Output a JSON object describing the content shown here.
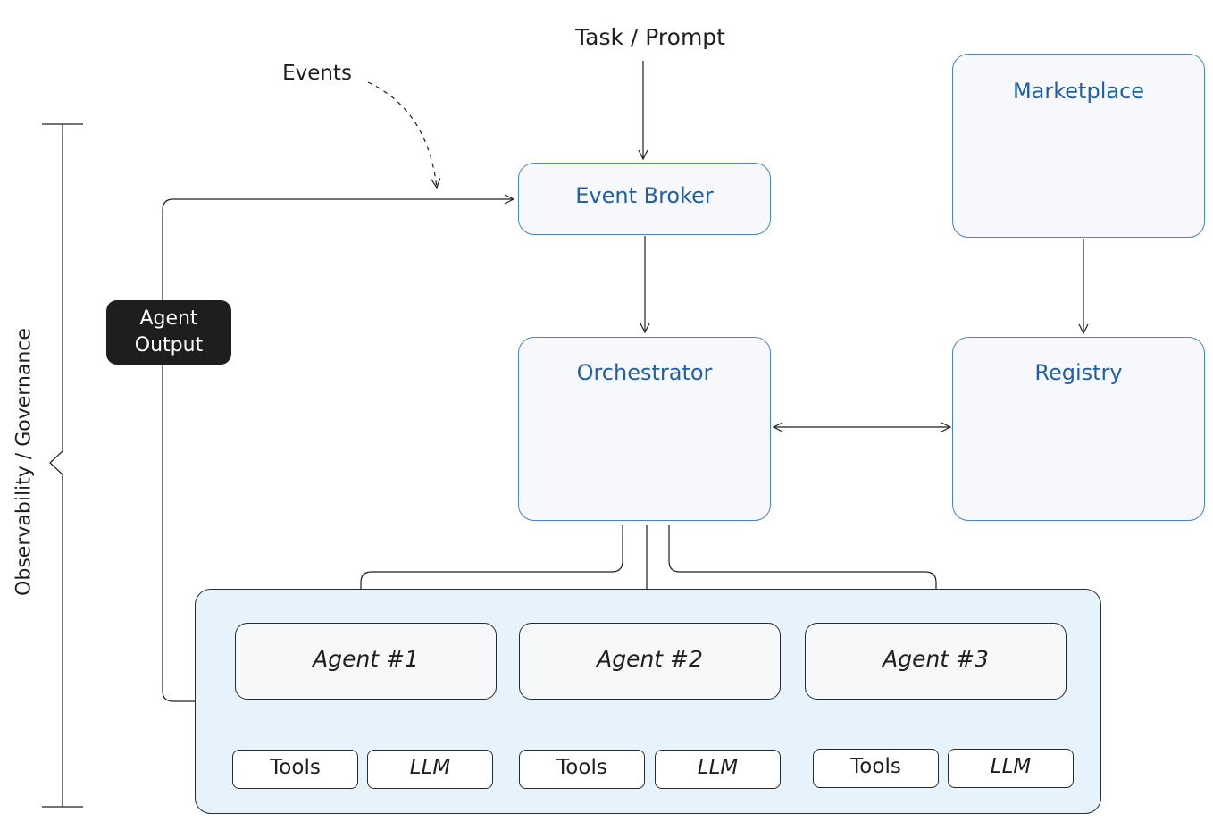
{
  "task_prompt": "Task / Prompt",
  "events": "Events",
  "event_broker": "Event Broker",
  "orchestrator": "Orchestrator",
  "marketplace": "Marketplace",
  "registry": "Registry",
  "agent_output": "Agent Output",
  "observability": "Observability / Governance",
  "agents": [
    {
      "name": "Agent #1",
      "tools": "Tools",
      "llm": "LLM"
    },
    {
      "name": "Agent #2",
      "tools": "Tools",
      "llm": "LLM"
    },
    {
      "name": "Agent #3",
      "tools": "Tools",
      "llm": "LLM"
    }
  ],
  "icons": {
    "marketplace": "cart-icon",
    "orchestrator": "gear-hierarchy-icon",
    "registry": "network-hub-icon"
  },
  "colors": {
    "accent": "#1f5fa9",
    "box_border": "#4a86c6",
    "cluster_bg": "#e6f3fc",
    "output_bg": "#1e1e1e"
  }
}
